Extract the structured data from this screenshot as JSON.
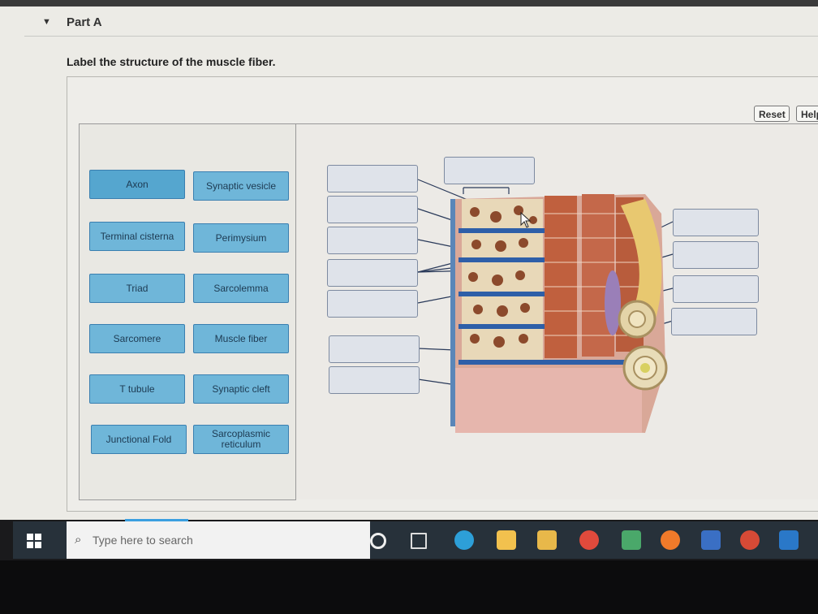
{
  "part": {
    "title": "Part A"
  },
  "question": "Label the structure of the muscle fiber.",
  "toolbar": {
    "reset_label": "Reset",
    "help_label": "Help"
  },
  "label_bank": [
    "Axon",
    "Synaptic vesicle",
    "Terminal cisterna",
    "Perimysium",
    "Triad",
    "Sarcolemma",
    "Sarcomere",
    "Muscle fiber",
    "T tubule",
    "Synaptic cleft",
    "Junctional Fold",
    "Sarcoplasmic reticulum"
  ],
  "taskbar": {
    "search_placeholder": "Type here to search"
  },
  "colors": {
    "chip": "#6fb6d9",
    "chip_border": "#3a7fb0",
    "drop_zone": "#dfe3ea",
    "taskbar": "#27313a"
  },
  "icons": [
    "windows-start-icon",
    "search-icon",
    "cortana-icon",
    "task-view-icon",
    "edge-icon",
    "file-explorer-icon",
    "store-icon",
    "chrome-icon",
    "meet-icon",
    "firefox-icon",
    "word-icon",
    "powerpoint-icon",
    "outlook-icon"
  ]
}
